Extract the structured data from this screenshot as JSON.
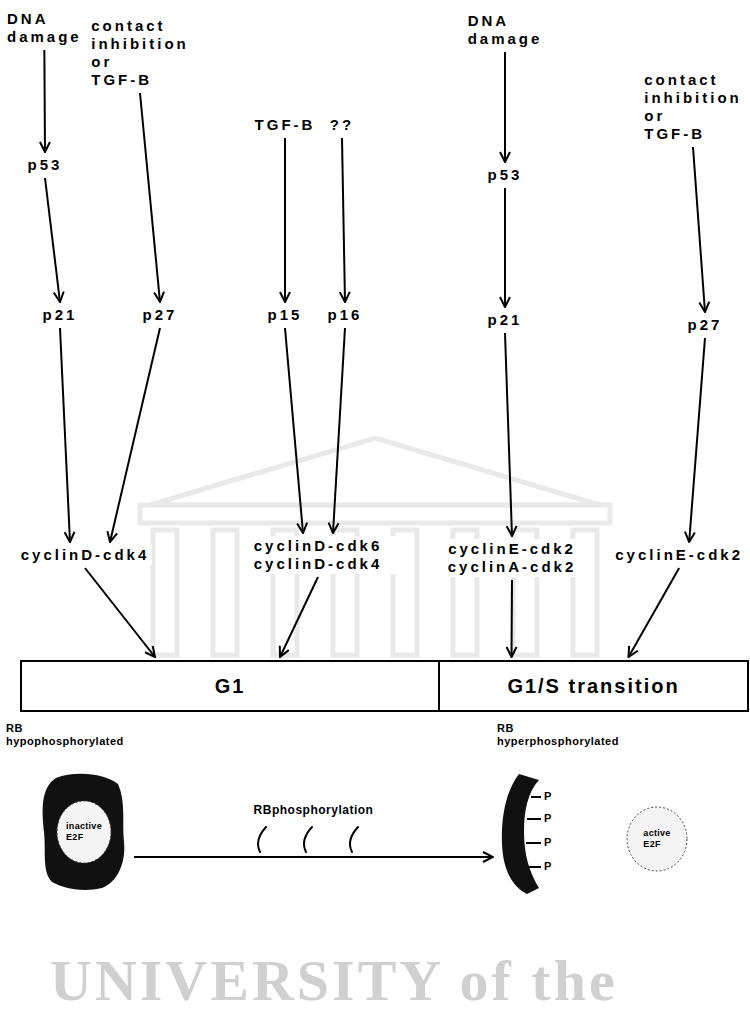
{
  "diagram": {
    "nodes": [
      {
        "text": [
          "DNA damage"
        ]
      },
      {
        "text": [
          "contact inhibition or TGF-B"
        ]
      },
      {
        "text": [
          "TGF-B"
        ]
      },
      {
        "text": [
          "??"
        ]
      },
      {
        "text": [
          "DNA damage"
        ]
      },
      {
        "text": [
          "contact inhibition or TGF-B"
        ]
      },
      {
        "text": [
          "p53"
        ]
      },
      {
        "text": [
          "p53"
        ]
      },
      {
        "text": [
          "p21"
        ]
      },
      {
        "text": [
          "p27"
        ]
      },
      {
        "text": [
          "p15"
        ]
      },
      {
        "text": [
          "p16"
        ]
      },
      {
        "text": [
          "p21"
        ]
      },
      {
        "text": [
          "p27"
        ]
      },
      {
        "text": [
          "cyclinD-cdk4"
        ]
      },
      {
        "text": [
          "cyclinD-cdk6 cyclinD-cdk4"
        ]
      },
      {
        "text": [
          "cyclinE-cdk2 cyclinA-cdk2"
        ]
      },
      {
        "text": [
          "cyclinE-cdk2"
        ]
      },
      {
        "text": [
          "G1"
        ]
      },
      {
        "text": [
          "G1/S transition"
        ]
      },
      {
        "text": [
          "RB hypophosphorylated"
        ]
      },
      {
        "text": [
          "inactive E2F"
        ],
        "in": 20
      },
      {
        "text": [
          "RB hyperphosphorylated"
        ]
      },
      {
        "text": [
          "active E2F"
        ]
      }
    ],
    "edges": [
      {
        "from": 0,
        "to": 6,
        "arrow": "to"
      },
      {
        "from": 1,
        "to": 9,
        "arrow": "to"
      },
      {
        "from": 2,
        "to": 10,
        "arrow": "to"
      },
      {
        "from": 3,
        "to": 11,
        "arrow": "to"
      },
      {
        "from": 4,
        "to": 7,
        "arrow": "to"
      },
      {
        "from": 5,
        "to": 13,
        "arrow": "to"
      },
      {
        "from": 6,
        "to": 8,
        "arrow": "to"
      },
      {
        "from": 7,
        "to": 12,
        "arrow": "to"
      },
      {
        "from": 8,
        "to": 14,
        "arrow": "to"
      },
      {
        "from": 9,
        "to": 14,
        "arrow": "to"
      },
      {
        "from": 10,
        "to": 15,
        "arrow": "to"
      },
      {
        "from": 11,
        "to": 15,
        "arrow": "to"
      },
      {
        "from": 12,
        "to": 16,
        "arrow": "to"
      },
      {
        "from": 13,
        "to": 17,
        "arrow": "to"
      },
      {
        "from": 14,
        "to": 18,
        "arrow": "to"
      },
      {
        "from": 15,
        "to": 18,
        "arrow": "to"
      },
      {
        "from": 16,
        "to": 19,
        "arrow": "to"
      },
      {
        "from": 17,
        "to": 19,
        "arrow": "to"
      },
      {
        "from": 20,
        "to": 22,
        "label": "RBphosphorylation",
        "arrow": "to"
      }
    ],
    "labels": [
      "P",
      "P",
      "P",
      "P",
      "UNIVERSITY of the"
    ]
  }
}
